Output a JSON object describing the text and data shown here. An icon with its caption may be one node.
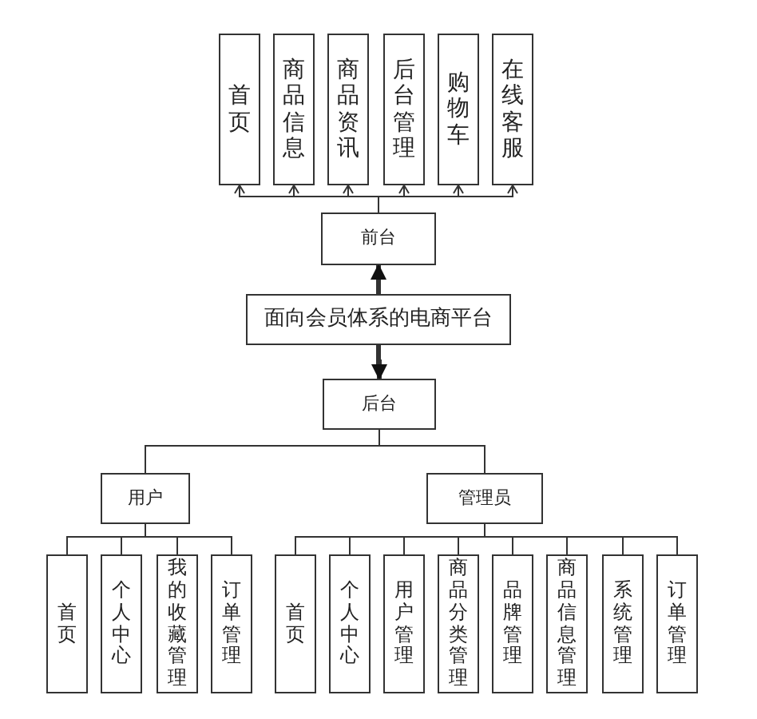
{
  "diagram": {
    "nodes": [
      {
        "text": [
          "首页"
        ]
      },
      {
        "text": [
          "商品信息"
        ]
      },
      {
        "text": [
          "商品资讯"
        ]
      },
      {
        "text": [
          "后台管理"
        ]
      },
      {
        "text": [
          "购物车"
        ]
      },
      {
        "text": [
          "在线客服"
        ]
      },
      {
        "text": [
          "前台"
        ]
      },
      {
        "text": [
          "面向会员体系的电商平台"
        ]
      },
      {
        "text": [
          "后台"
        ]
      },
      {
        "text": [
          "用户"
        ]
      },
      {
        "text": [
          "管理员"
        ]
      },
      {
        "text": [
          "首页"
        ]
      },
      {
        "text": [
          "个人中心"
        ]
      },
      {
        "text": [
          "我的收藏管理"
        ]
      },
      {
        "text": [
          "订单管理"
        ]
      },
      {
        "text": [
          "首页"
        ]
      },
      {
        "text": [
          "个人中心"
        ]
      },
      {
        "text": [
          "用户管理"
        ]
      },
      {
        "text": [
          "商品分类管理"
        ]
      },
      {
        "text": [
          "品牌管理"
        ]
      },
      {
        "text": [
          "商品信息管理"
        ]
      },
      {
        "text": [
          "系统管理"
        ]
      },
      {
        "text": [
          "订单管理"
        ]
      }
    ],
    "edges": [
      {
        "from": 6,
        "to": 0,
        "arrow": "to"
      },
      {
        "from": 6,
        "to": 1,
        "arrow": "to"
      },
      {
        "from": 6,
        "to": 2,
        "arrow": "to"
      },
      {
        "from": 6,
        "to": 3,
        "arrow": "to"
      },
      {
        "from": 6,
        "to": 4,
        "arrow": "to"
      },
      {
        "from": 6,
        "to": 5,
        "arrow": "to"
      },
      {
        "from": 7,
        "to": 6,
        "arrow": "to",
        "style": "thick"
      },
      {
        "from": 7,
        "to": 8,
        "arrow": "to",
        "style": "thick"
      },
      {
        "from": 8,
        "to": 9,
        "arrow": "none"
      },
      {
        "from": 8,
        "to": 10,
        "arrow": "none"
      },
      {
        "from": 9,
        "to": 11,
        "arrow": "none"
      },
      {
        "from": 9,
        "to": 12,
        "arrow": "none"
      },
      {
        "from": 9,
        "to": 13,
        "arrow": "none"
      },
      {
        "from": 9,
        "to": 14,
        "arrow": "none"
      },
      {
        "from": 10,
        "to": 15,
        "arrow": "none"
      },
      {
        "from": 10,
        "to": 16,
        "arrow": "none"
      },
      {
        "from": 10,
        "to": 17,
        "arrow": "none"
      },
      {
        "from": 10,
        "to": 18,
        "arrow": "none"
      },
      {
        "from": 10,
        "to": 19,
        "arrow": "none"
      },
      {
        "from": 10,
        "to": 20,
        "arrow": "none"
      },
      {
        "from": 10,
        "to": 21,
        "arrow": "none"
      },
      {
        "from": 10,
        "to": 22,
        "arrow": "none"
      }
    ]
  }
}
